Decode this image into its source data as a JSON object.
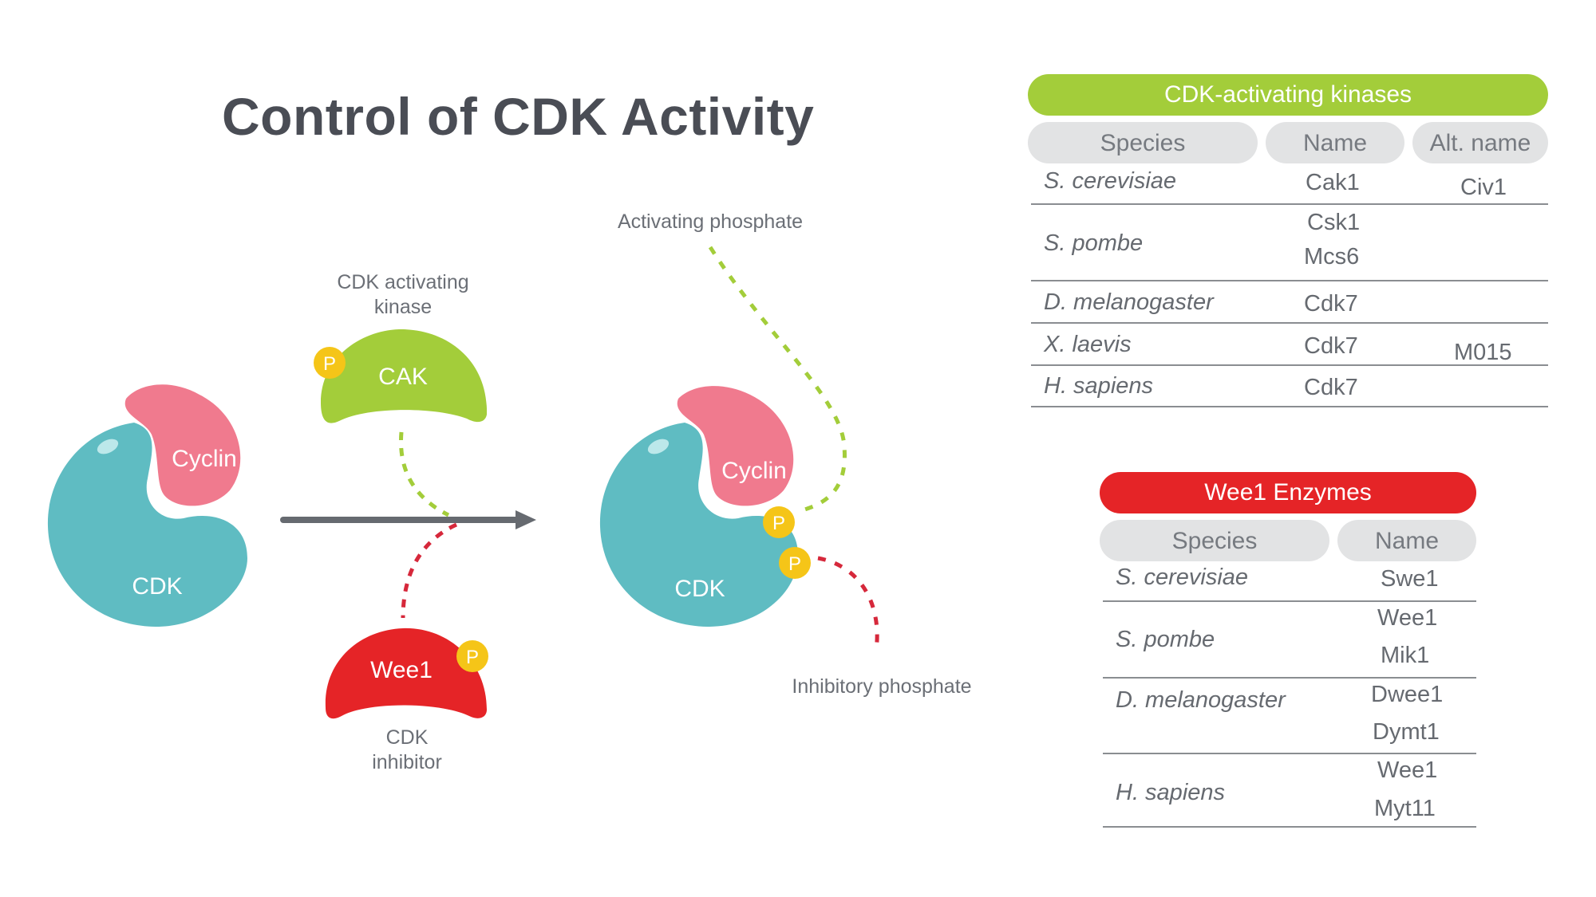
{
  "title": "Control of CDK Activity",
  "colors": {
    "cdk": "#5fbcc2",
    "cyclin": "#f07a8e",
    "cak": "#a3cd3a",
    "wee1": "#e52427",
    "phosphate": "#f5c518",
    "arrow": "#666a70",
    "activating_line": "#a3cd3a",
    "inhibitory_line": "#d6283b"
  },
  "diagram": {
    "left_cdk_label": "CDK",
    "left_cyclin_label": "Cyclin",
    "cak_label": "CAK",
    "cak_caption": [
      "CDK activating",
      "kinase"
    ],
    "wee1_label": "Wee1",
    "wee1_caption": [
      "CDK",
      "inhibitor"
    ],
    "right_cdk_label": "CDK",
    "right_cyclin_label": "Cyclin",
    "phosphate_symbol": "P",
    "activating_phosphate": "Activating phosphate",
    "inhibitory_phosphate": "Inhibitory phosphate"
  },
  "cak_table": {
    "header": "CDK-activating kinases",
    "columns": [
      "Species",
      "Name",
      "Alt. name"
    ],
    "rows": [
      {
        "species": "S. cerevisiae",
        "names": [
          "Cak1"
        ],
        "alt": "Civ1"
      },
      {
        "species": "S. pombe",
        "names": [
          "Csk1",
          "Mcs6"
        ],
        "alt": ""
      },
      {
        "species": "D. melanogaster",
        "names": [
          "Cdk7"
        ],
        "alt": ""
      },
      {
        "species": "X. laevis",
        "names": [
          "Cdk7"
        ],
        "alt": "M015"
      },
      {
        "species": "H. sapiens",
        "names": [
          "Cdk7"
        ],
        "alt": ""
      }
    ]
  },
  "wee1_table": {
    "header": "Wee1 Enzymes",
    "columns": [
      "Species",
      "Name"
    ],
    "rows": [
      {
        "species": "S. cerevisiae",
        "names": [
          "Swe1"
        ]
      },
      {
        "species": "S. pombe",
        "names": [
          "Wee1",
          "Mik1"
        ]
      },
      {
        "species": "D. melanogaster",
        "names": [
          "Dwee1",
          "Dymt1"
        ]
      },
      {
        "species": "H. sapiens",
        "names": [
          "Wee1",
          "Myt11"
        ]
      }
    ]
  }
}
